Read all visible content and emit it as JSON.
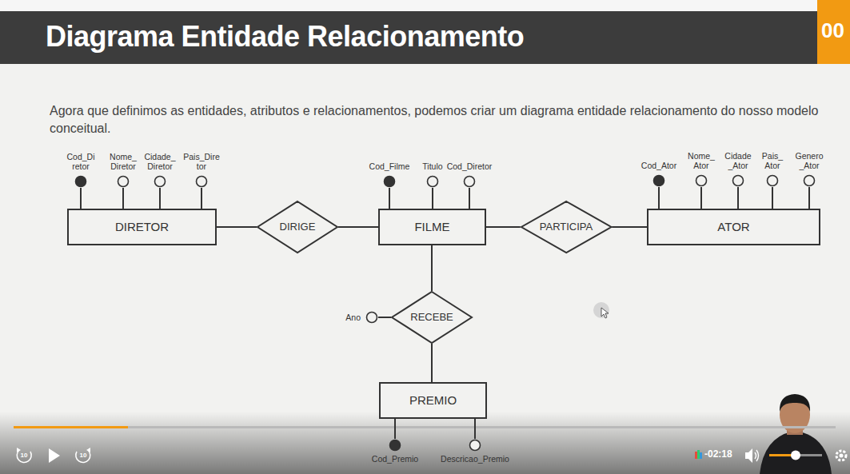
{
  "diagram": {
    "title": "Diagrama Entidade Relacionamento",
    "caption": "Agora que definimos as entidades, atributos e relacionamentos, podemos criar um diagrama entidade relacionamento do nosso modelo conceitual.",
    "nodes": [
      {
        "text": [
          "Cod_Di retor"
        ]
      },
      {
        "text": [
          "Nome_ Diretor"
        ]
      },
      {
        "text": [
          "Cidade_ Diretor"
        ]
      },
      {
        "text": [
          "Pais_Dire tor"
        ]
      },
      {
        "text": [
          "Cod_Filme"
        ]
      },
      {
        "text": [
          "Titulo"
        ]
      },
      {
        "text": [
          "Cod_Diretor"
        ]
      },
      {
        "text": [
          "Cod_Ator"
        ]
      },
      {
        "text": [
          "Nome_ Ator"
        ]
      },
      {
        "text": [
          "Cidade _Ator"
        ]
      },
      {
        "text": [
          "Pais_ Ator"
        ]
      },
      {
        "text": [
          "Genero _Ator"
        ]
      },
      {
        "text": [
          "DIRETOR"
        ]
      },
      {
        "text": [
          "DIRIGE"
        ]
      },
      {
        "text": [
          "FILME"
        ]
      },
      {
        "text": [
          "PARTICIPA"
        ]
      },
      {
        "text": [
          "ATOR"
        ]
      },
      {
        "text": [
          "Ano"
        ]
      },
      {
        "text": [
          "RECEBE"
        ]
      },
      {
        "text": [
          "PREMIO"
        ]
      },
      {
        "text": [
          "Cod_Premio"
        ]
      },
      {
        "text": [
          "Descricao_Premio"
        ]
      }
    ],
    "edges": [
      {
        "from": 0,
        "to": 12,
        "arrow": "none"
      },
      {
        "from": 1,
        "to": 12,
        "arrow": "none"
      },
      {
        "from": 2,
        "to": 12,
        "arrow": "none"
      },
      {
        "from": 3,
        "to": 12,
        "arrow": "none"
      },
      {
        "from": 4,
        "to": 14,
        "arrow": "none"
      },
      {
        "from": 5,
        "to": 14,
        "arrow": "none"
      },
      {
        "from": 6,
        "to": 14,
        "arrow": "none"
      },
      {
        "from": 7,
        "to": 16,
        "arrow": "none"
      },
      {
        "from": 8,
        "to": 16,
        "arrow": "none"
      },
      {
        "from": 9,
        "to": 16,
        "arrow": "none"
      },
      {
        "from": 10,
        "to": 16,
        "arrow": "none"
      },
      {
        "from": 11,
        "to": 16,
        "arrow": "none"
      },
      {
        "from": 12,
        "to": 13,
        "arrow": "none"
      },
      {
        "from": 13,
        "to": 14,
        "arrow": "none"
      },
      {
        "from": 14,
        "to": 15,
        "arrow": "none"
      },
      {
        "from": 15,
        "to": 16,
        "arrow": "none"
      },
      {
        "from": 14,
        "to": 18,
        "arrow": "none"
      },
      {
        "from": 17,
        "to": 18,
        "arrow": "none"
      },
      {
        "from": 18,
        "to": 19,
        "arrow": "none"
      },
      {
        "from": 20,
        "to": 19,
        "arrow": "none"
      },
      {
        "from": 21,
        "to": 19,
        "arrow": "none"
      }
    ],
    "labels": [
      "00",
      "10",
      "10",
      "-02:18"
    ]
  }
}
